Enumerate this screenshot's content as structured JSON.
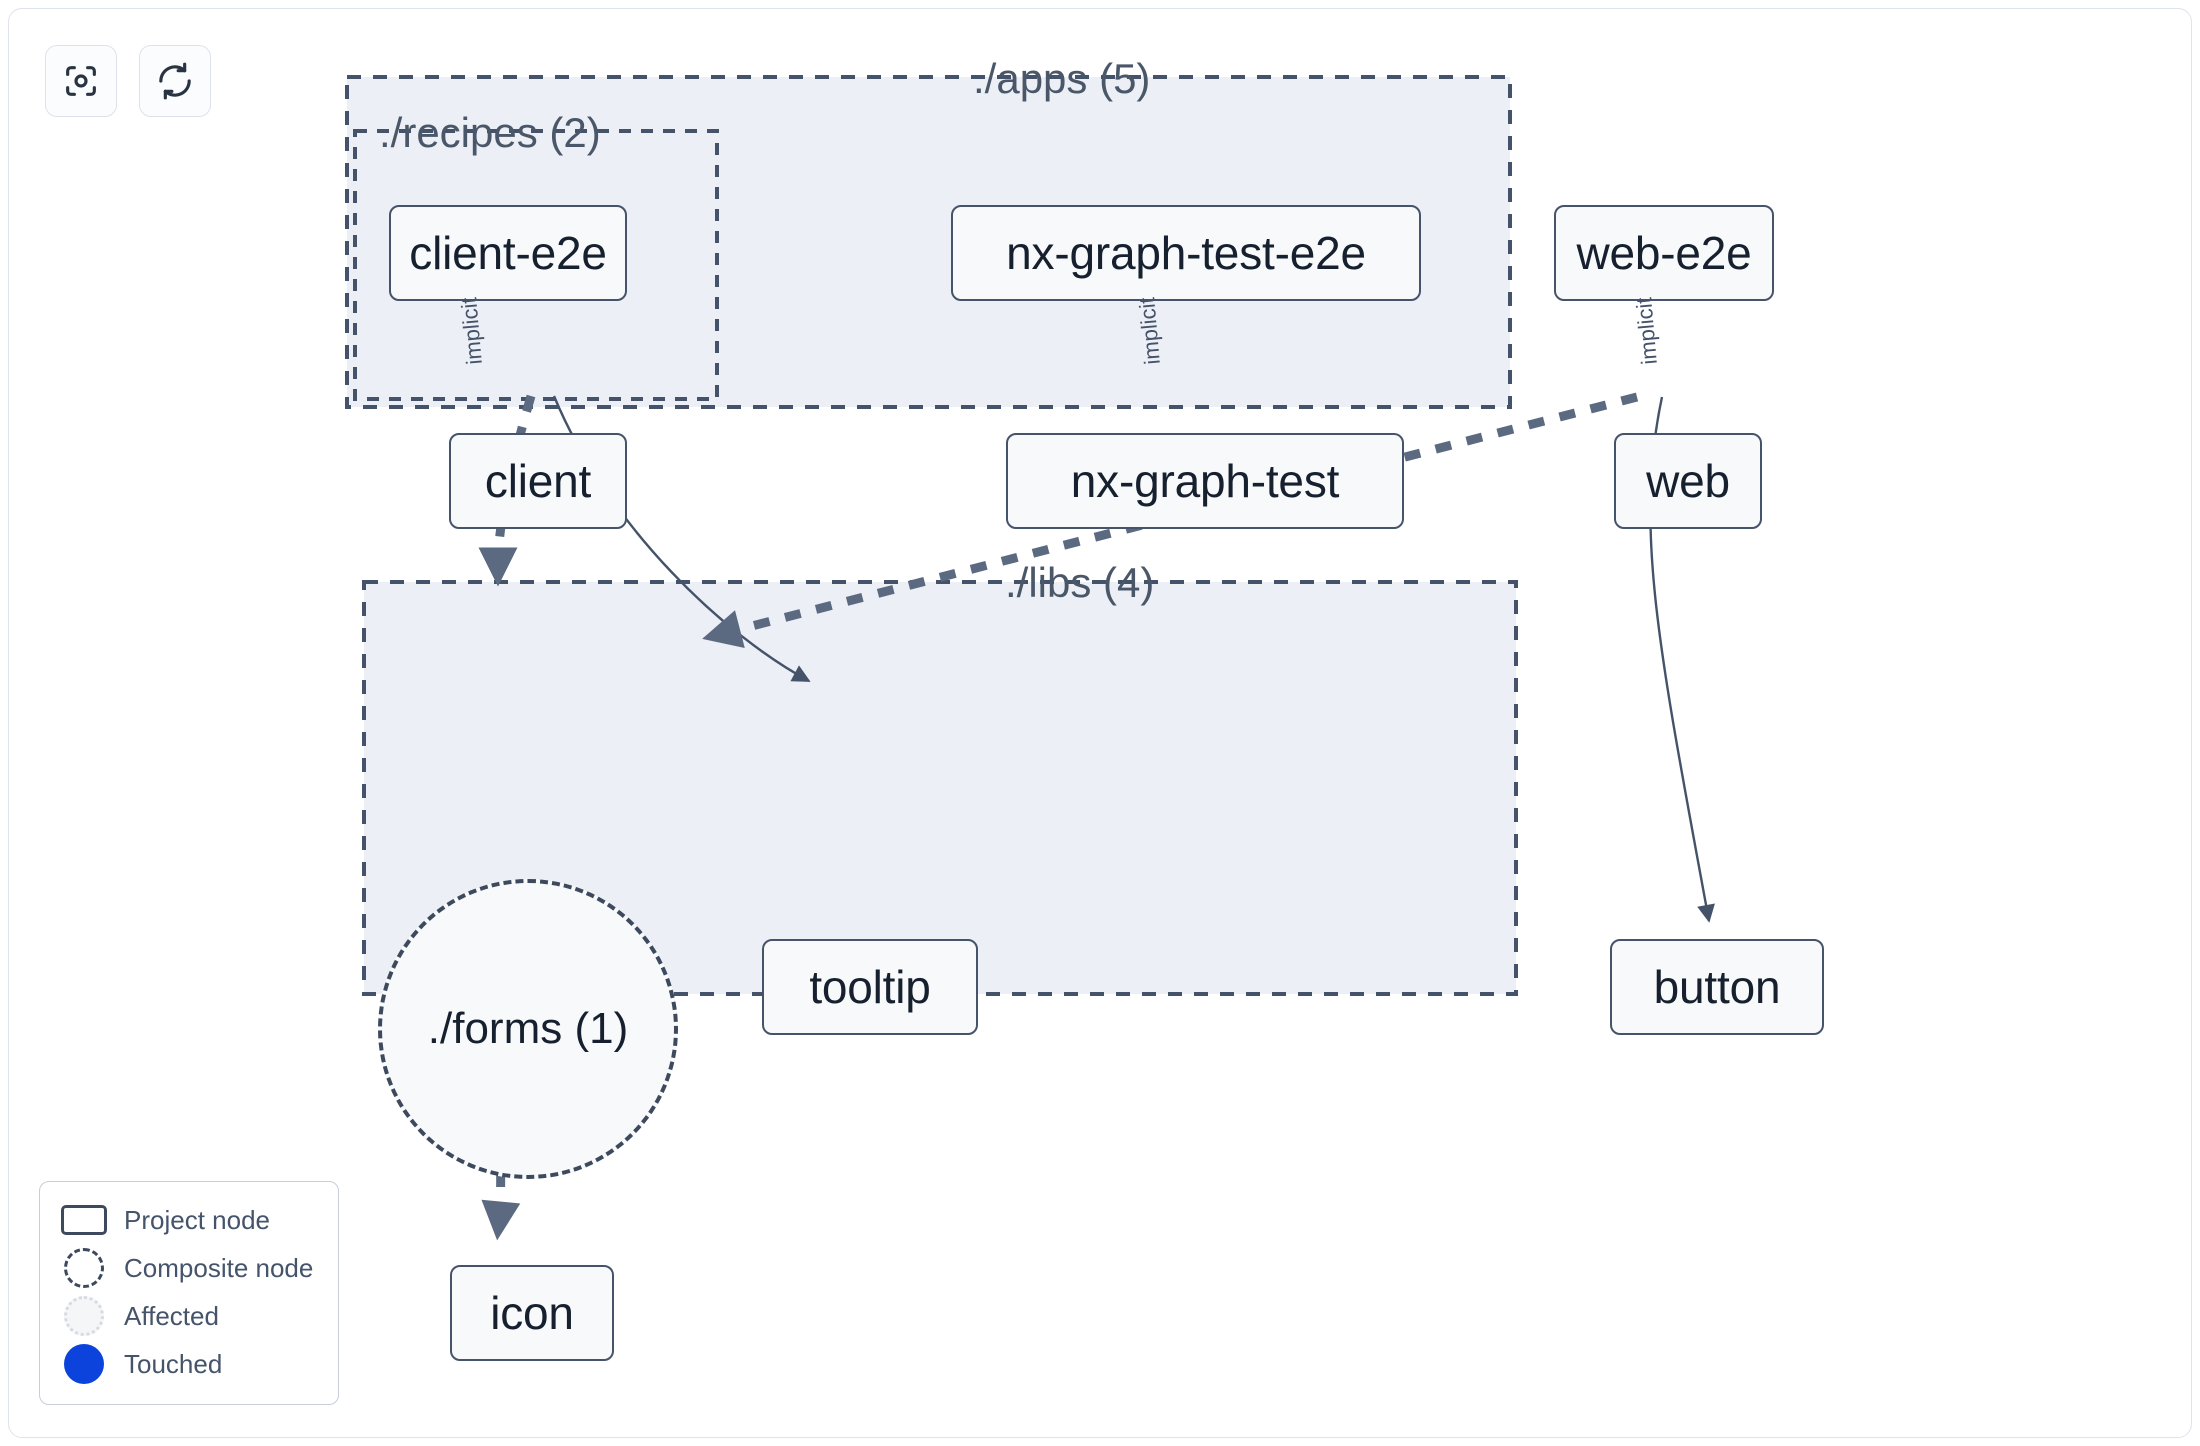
{
  "toolbar": {
    "buttons": [
      {
        "name": "focus-graph-button",
        "icon": "focus-target-icon",
        "label": ""
      },
      {
        "name": "refresh-graph-button",
        "icon": "refresh-icon",
        "label": ""
      }
    ]
  },
  "colors": {
    "card_bg": "#ffffff",
    "card_border": "#dfe3ec",
    "group_bg": "#eceff5",
    "group_border": "#44536a",
    "node_bg": "#f7f9fb",
    "node_border": "#45546b",
    "node_text": "#16202e",
    "edge_solid": "#44536a",
    "edge_dashed": "#5b6a80",
    "label_text": "#4a5769",
    "touched_blue": "#0b43dc",
    "affected_gray": "#d6dae2"
  },
  "groups": [
    {
      "id": "apps",
      "label": "./apps (5)",
      "count": 5
    },
    {
      "id": "recipes",
      "label": "./recipes (2)",
      "count": 2
    },
    {
      "id": "libs",
      "label": "./libs (4)",
      "count": 4
    }
  ],
  "nodes": [
    {
      "id": "client-e2e",
      "label": "client-e2e",
      "type": "project",
      "group": "recipes"
    },
    {
      "id": "nx-graph-test-e2e",
      "label": "nx-graph-test-e2e",
      "type": "project",
      "group": "apps"
    },
    {
      "id": "web-e2e",
      "label": "web-e2e",
      "type": "project",
      "group": "apps"
    },
    {
      "id": "client",
      "label": "client",
      "type": "project",
      "group": "recipes"
    },
    {
      "id": "nx-graph-test",
      "label": "nx-graph-test",
      "type": "project",
      "group": "apps"
    },
    {
      "id": "web",
      "label": "web",
      "type": "project",
      "group": "apps"
    },
    {
      "id": "forms",
      "label": "./forms (1)",
      "type": "composite",
      "group": "libs"
    },
    {
      "id": "tooltip",
      "label": "tooltip",
      "type": "project",
      "group": "libs"
    },
    {
      "id": "button",
      "label": "button",
      "type": "project",
      "group": "libs"
    },
    {
      "id": "icon",
      "label": "icon",
      "type": "project",
      "group": "libs"
    }
  ],
  "edges": [
    {
      "from": "client-e2e",
      "to": "client",
      "label": "implicit",
      "style": "solid"
    },
    {
      "from": "nx-graph-test-e2e",
      "to": "nx-graph-test",
      "label": "implicit",
      "style": "solid"
    },
    {
      "from": "web-e2e",
      "to": "web",
      "label": "implicit",
      "style": "solid"
    },
    {
      "from": "client",
      "to": "forms",
      "label": "",
      "style": "dashed"
    },
    {
      "from": "client",
      "to": "tooltip",
      "label": "",
      "style": "solid"
    },
    {
      "from": "web",
      "to": "forms",
      "label": "",
      "style": "dashed"
    },
    {
      "from": "web",
      "to": "button",
      "label": "",
      "style": "solid"
    },
    {
      "from": "forms",
      "to": "icon",
      "label": "",
      "style": "dashed"
    }
  ],
  "legend": {
    "items": [
      {
        "swatch": "project-node-swatch",
        "label": "Project node"
      },
      {
        "swatch": "composite-node-swatch",
        "label": "Composite node"
      },
      {
        "swatch": "affected-swatch",
        "label": "Affected"
      },
      {
        "swatch": "touched-swatch",
        "label": "Touched"
      }
    ]
  }
}
